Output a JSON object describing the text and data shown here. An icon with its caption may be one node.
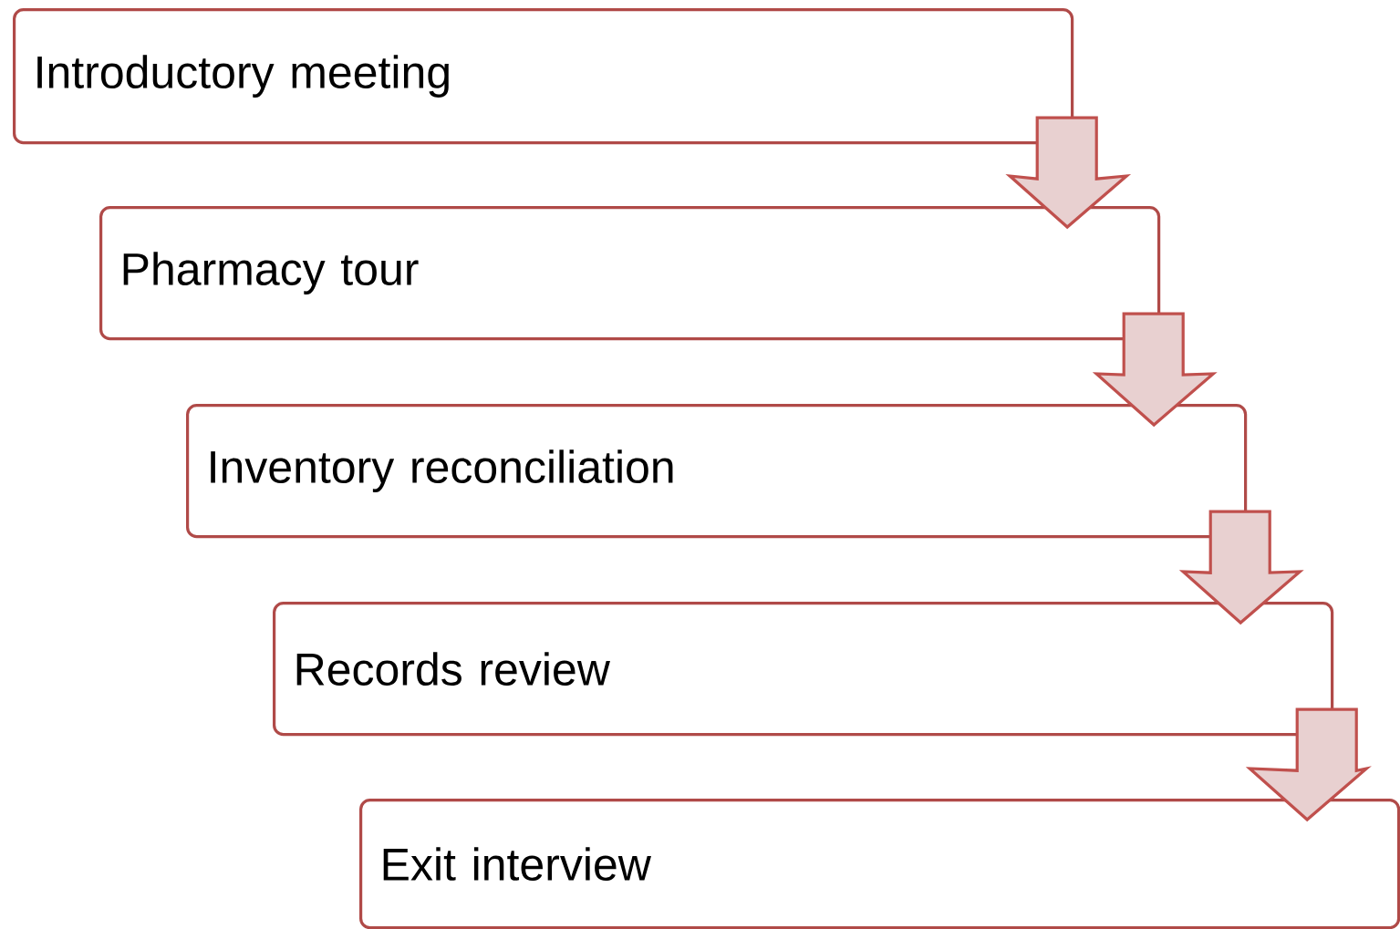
{
  "diagram": {
    "nodes": [
      {
        "text": [
          "Introductory meeting"
        ]
      },
      {
        "text": [
          "Pharmacy tour"
        ]
      },
      {
        "text": [
          "Inventory reconciliation"
        ]
      },
      {
        "text": [
          "Records review"
        ]
      },
      {
        "text": [
          "Exit interview"
        ]
      }
    ],
    "edges": [
      {
        "from": 0,
        "to": 1,
        "arrow": "to"
      },
      {
        "from": 1,
        "to": 2,
        "arrow": "to"
      },
      {
        "from": 2,
        "to": 3,
        "arrow": "to"
      },
      {
        "from": 3,
        "to": 4,
        "arrow": "to"
      }
    ]
  }
}
